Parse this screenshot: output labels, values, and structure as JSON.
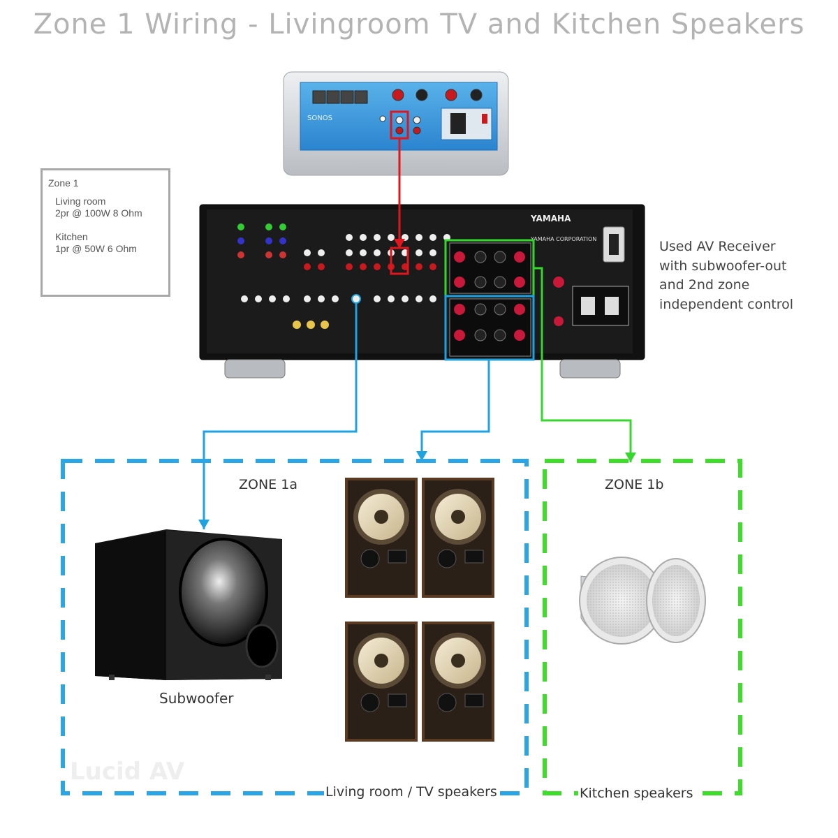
{
  "title": "Zone 1 Wiring - Livingroom TV and Kitchen Speakers",
  "info_box": {
    "heading": "Zone 1",
    "living_room_label": "Living room",
    "living_room_spec": "2pr @ 100W 8 Ohm",
    "kitchen_label": "Kitchen",
    "kitchen_spec": "1pr @ 50W 6 Ohm"
  },
  "receiver_note": {
    "line1": "Used AV Receiver",
    "line2": "with subwoofer-out",
    "line3": "and 2nd zone",
    "line4": "independent control"
  },
  "devices": {
    "network_player_brand": "SONOS",
    "receiver_brand": "YAMAHA",
    "receiver_maker": "YAMAHA CORPORATION"
  },
  "zones": {
    "zone_1a": "ZONE 1a",
    "zone_1b": "ZONE 1b",
    "subwoofer": "Subwoofer",
    "living_room_speakers": "Living room / TV speakers",
    "kitchen_speakers": "Kitchen speakers"
  },
  "watermark": "Lucid AV",
  "colors": {
    "blue_wire": "#1fa2e0",
    "green_wire": "#35d62e",
    "red_wire": "#e0161e",
    "blue_zone": "#2aa6e6",
    "green_zone": "#3edd2a"
  }
}
